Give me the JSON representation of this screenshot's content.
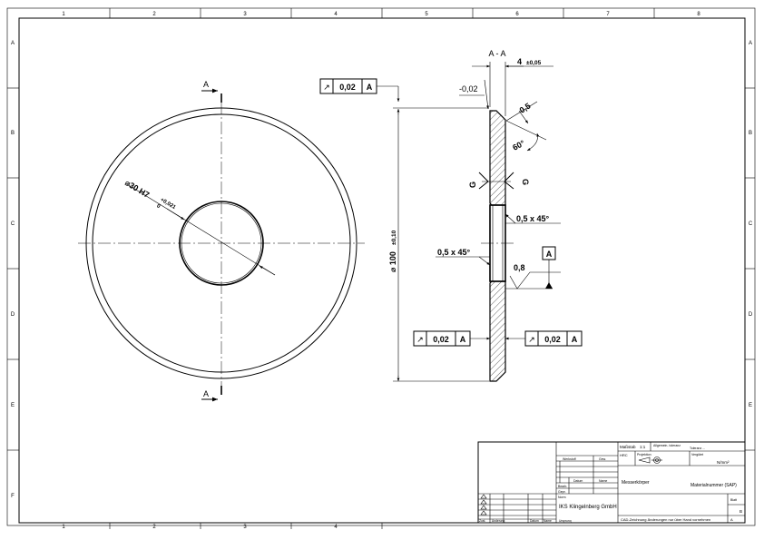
{
  "frame": {
    "col_labels": [
      "1",
      "2",
      "3",
      "4",
      "5",
      "6",
      "7",
      "8"
    ],
    "row_labels": [
      "A",
      "B",
      "C",
      "D",
      "E",
      "F"
    ],
    "bottom_col_labels": [
      "1",
      "2",
      "3",
      "4"
    ]
  },
  "front_view": {
    "section_label": "A",
    "bore_dim_prefix": "⌀30 H7",
    "bore_tol_upper": "+0,021",
    "bore_tol_lower": "0"
  },
  "section_view": {
    "title": "A - A",
    "thickness_dim": "4",
    "thickness_tol": "±0,05",
    "flatness_tol": "-0,02",
    "edge_dim": "0,5",
    "angle_dim": "60°",
    "grind_symbol": "G",
    "chamfer_dim": "0,5 x 45°",
    "roughness": "0,8",
    "datum": "A",
    "diameter_dim": "⌀ 100",
    "diameter_tol": "±0,10",
    "runout_value": "0,02",
    "runout_datum": "A",
    "runout_symbol": "↗"
  },
  "title_block": {
    "scale_label": "Maßstab",
    "scale_value": "1:1",
    "general_tol_label": "Allgemein-\ntoleranz",
    "general_tol_value": "Toleranz ...",
    "hrc_label": "HRC",
    "projection_label": "Projektion",
    "hardness_label": "Vergütet",
    "hardness_unit": "N/mm²",
    "werkstoff_label": "Werkstoff",
    "gew_label": "Gew.",
    "date_label": "Datum",
    "name_label": "Name",
    "bearb_label": "Bearb.",
    "gepr_label": "Gepr.",
    "norm_label": "Norm",
    "product_label": "Messerkörper",
    "material_no_label": "Materialnummer (SAP)",
    "company": "IKS Klingelnberg GmbH",
    "blatt_label": "Blatt",
    "revision_cols": [
      "Zust.",
      "Änderung",
      "Datum",
      "Name",
      "Ursprung"
    ],
    "cad_note": "CAD-Zeichnung Änderungen nur über Hand vornehmen",
    "sheet_letter": "B",
    "sheet_index": "A"
  }
}
